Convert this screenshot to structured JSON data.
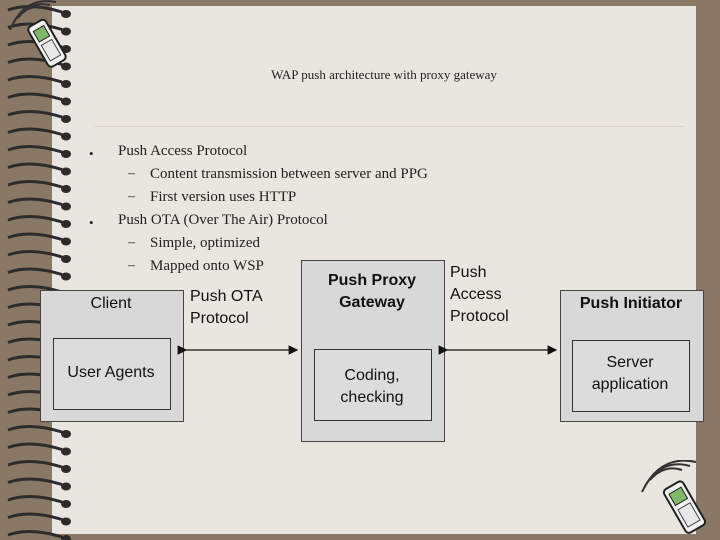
{
  "slide": {
    "title": "WAP push architecture with proxy gateway",
    "bullets": [
      {
        "text": "Push Access Protocol",
        "subs": [
          "Content transmission between server and PPG",
          "First version uses HTTP"
        ]
      },
      {
        "text": "Push OTA (Over The Air) Protocol",
        "subs": [
          "Simple, optimized",
          "Mapped onto WSP"
        ]
      }
    ],
    "bullet_char": "•",
    "dash_char": "–"
  },
  "diagram": {
    "client": {
      "heading": "Client",
      "box": "User Agents"
    },
    "ota_label": [
      "Push OTA",
      "Protocol"
    ],
    "ppg": {
      "heading": [
        "Push Proxy",
        "Gateway"
      ],
      "box": [
        "Coding,",
        "checking"
      ]
    },
    "pap_label": [
      "Push",
      "Access",
      "Protocol"
    ],
    "initiator": {
      "heading": "Push Initiator",
      "box": [
        "Server",
        "application"
      ]
    }
  },
  "decor": {
    "spiral_binding": "spiral-binding",
    "phone_icon": "mobile-phone-icon"
  }
}
